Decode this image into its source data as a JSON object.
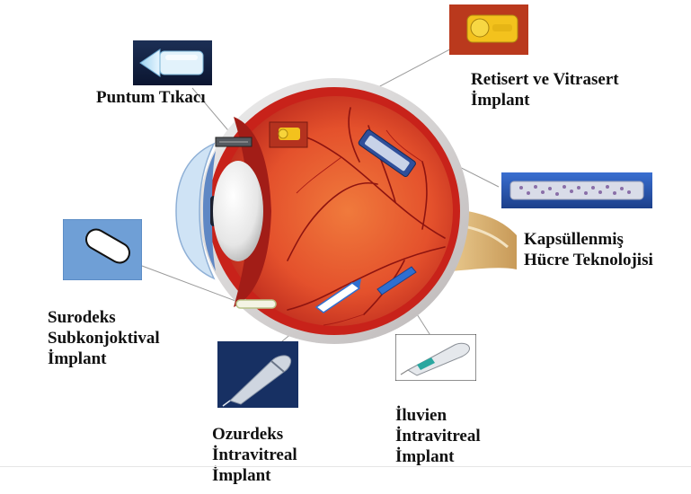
{
  "labels": {
    "puntum": "Puntum Tıkacı",
    "retisert": "Retisert ve Vitrasert\nİmplant",
    "kapsul": "Kapsüllenmiş\nHücre Teknolojisi",
    "surodeks": "Surodeks\nSubkonjoktival\nİmplant",
    "ozurdeks": "Ozurdeks\nİntravitreal\nİmplant",
    "iluvien": "İluvien\nİntravitreal\nİmplant"
  },
  "icons": {
    "eye": "eye-cross-section-icon",
    "puntum": "punctal-plug-icon",
    "retisert": "retisert-implant-icon",
    "kapsul": "encapsulated-cell-capsule-icon",
    "surodeks": "surodex-pellet-icon",
    "ozurdeks": "ozurdex-applicator-icon",
    "iluvien": "iluvien-injector-icon"
  },
  "colors": {
    "sclera": "#d9d6d6",
    "choroid": "#c8221a",
    "retina": "#e8552e",
    "iris_blue": "#5f87c4",
    "implant_blue": "#2f6fd0",
    "leader_line": "#9a9a9a"
  }
}
